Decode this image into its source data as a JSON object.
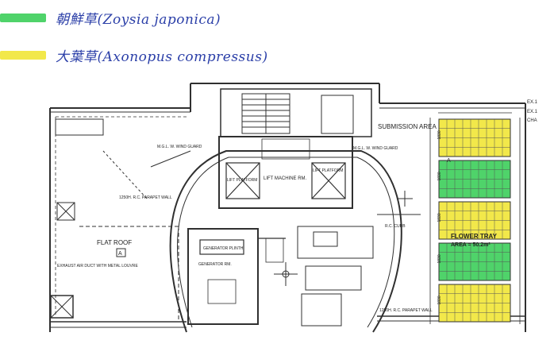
{
  "colors": {
    "green": "#4fd36a",
    "yellow": "#f2e84a",
    "ink": "#2b3fa8",
    "line": "#303030"
  },
  "legend": [
    {
      "text": "朝鮮草(Zoysia japonica)",
      "color": "#4fd36a"
    },
    {
      "text": "大葉草(Axonopus compressus)",
      "color": "#f2e84a"
    }
  ],
  "labels": {
    "submission_area": "SUBMISSION AREA",
    "flower_tray": "FLOWER TRAY",
    "area": "AREA = 50.2m²",
    "flat_roof": "FLAT ROOF",
    "lift_machine": "LIFT MACHINE RM.",
    "lift_platform_left": "LIFT PLATFORM",
    "lift_platform_right": "LIFT PLATFORM",
    "generator_plinth": "GENERATOR PLINTH",
    "generator_rm": "GENERATOR RM.",
    "parapet_wall": "1250H. R.C. PARAPET WALL",
    "parapet_wall_right": "1250H. R.C. PARAPET WALL",
    "rc_curb": "R.C. CURB",
    "wind_guard_left": "M.G.L. W. WIND GUARD",
    "wind_guard_right": "M.G.L. W. WIND GUARD",
    "exhaust": "EXHAUST AIR DUCT WITH METAL LOUVRE",
    "mark_a": "A",
    "ex_tag1": "EX.1",
    "ex_tag2": "EX.1",
    "ex_tag3": "CHA"
  },
  "tray": {
    "rows": [
      "yellow",
      "green",
      "yellow",
      "green",
      "yellow"
    ],
    "dims": [
      "1830",
      "1830",
      "1830",
      "1830",
      "1830"
    ]
  }
}
